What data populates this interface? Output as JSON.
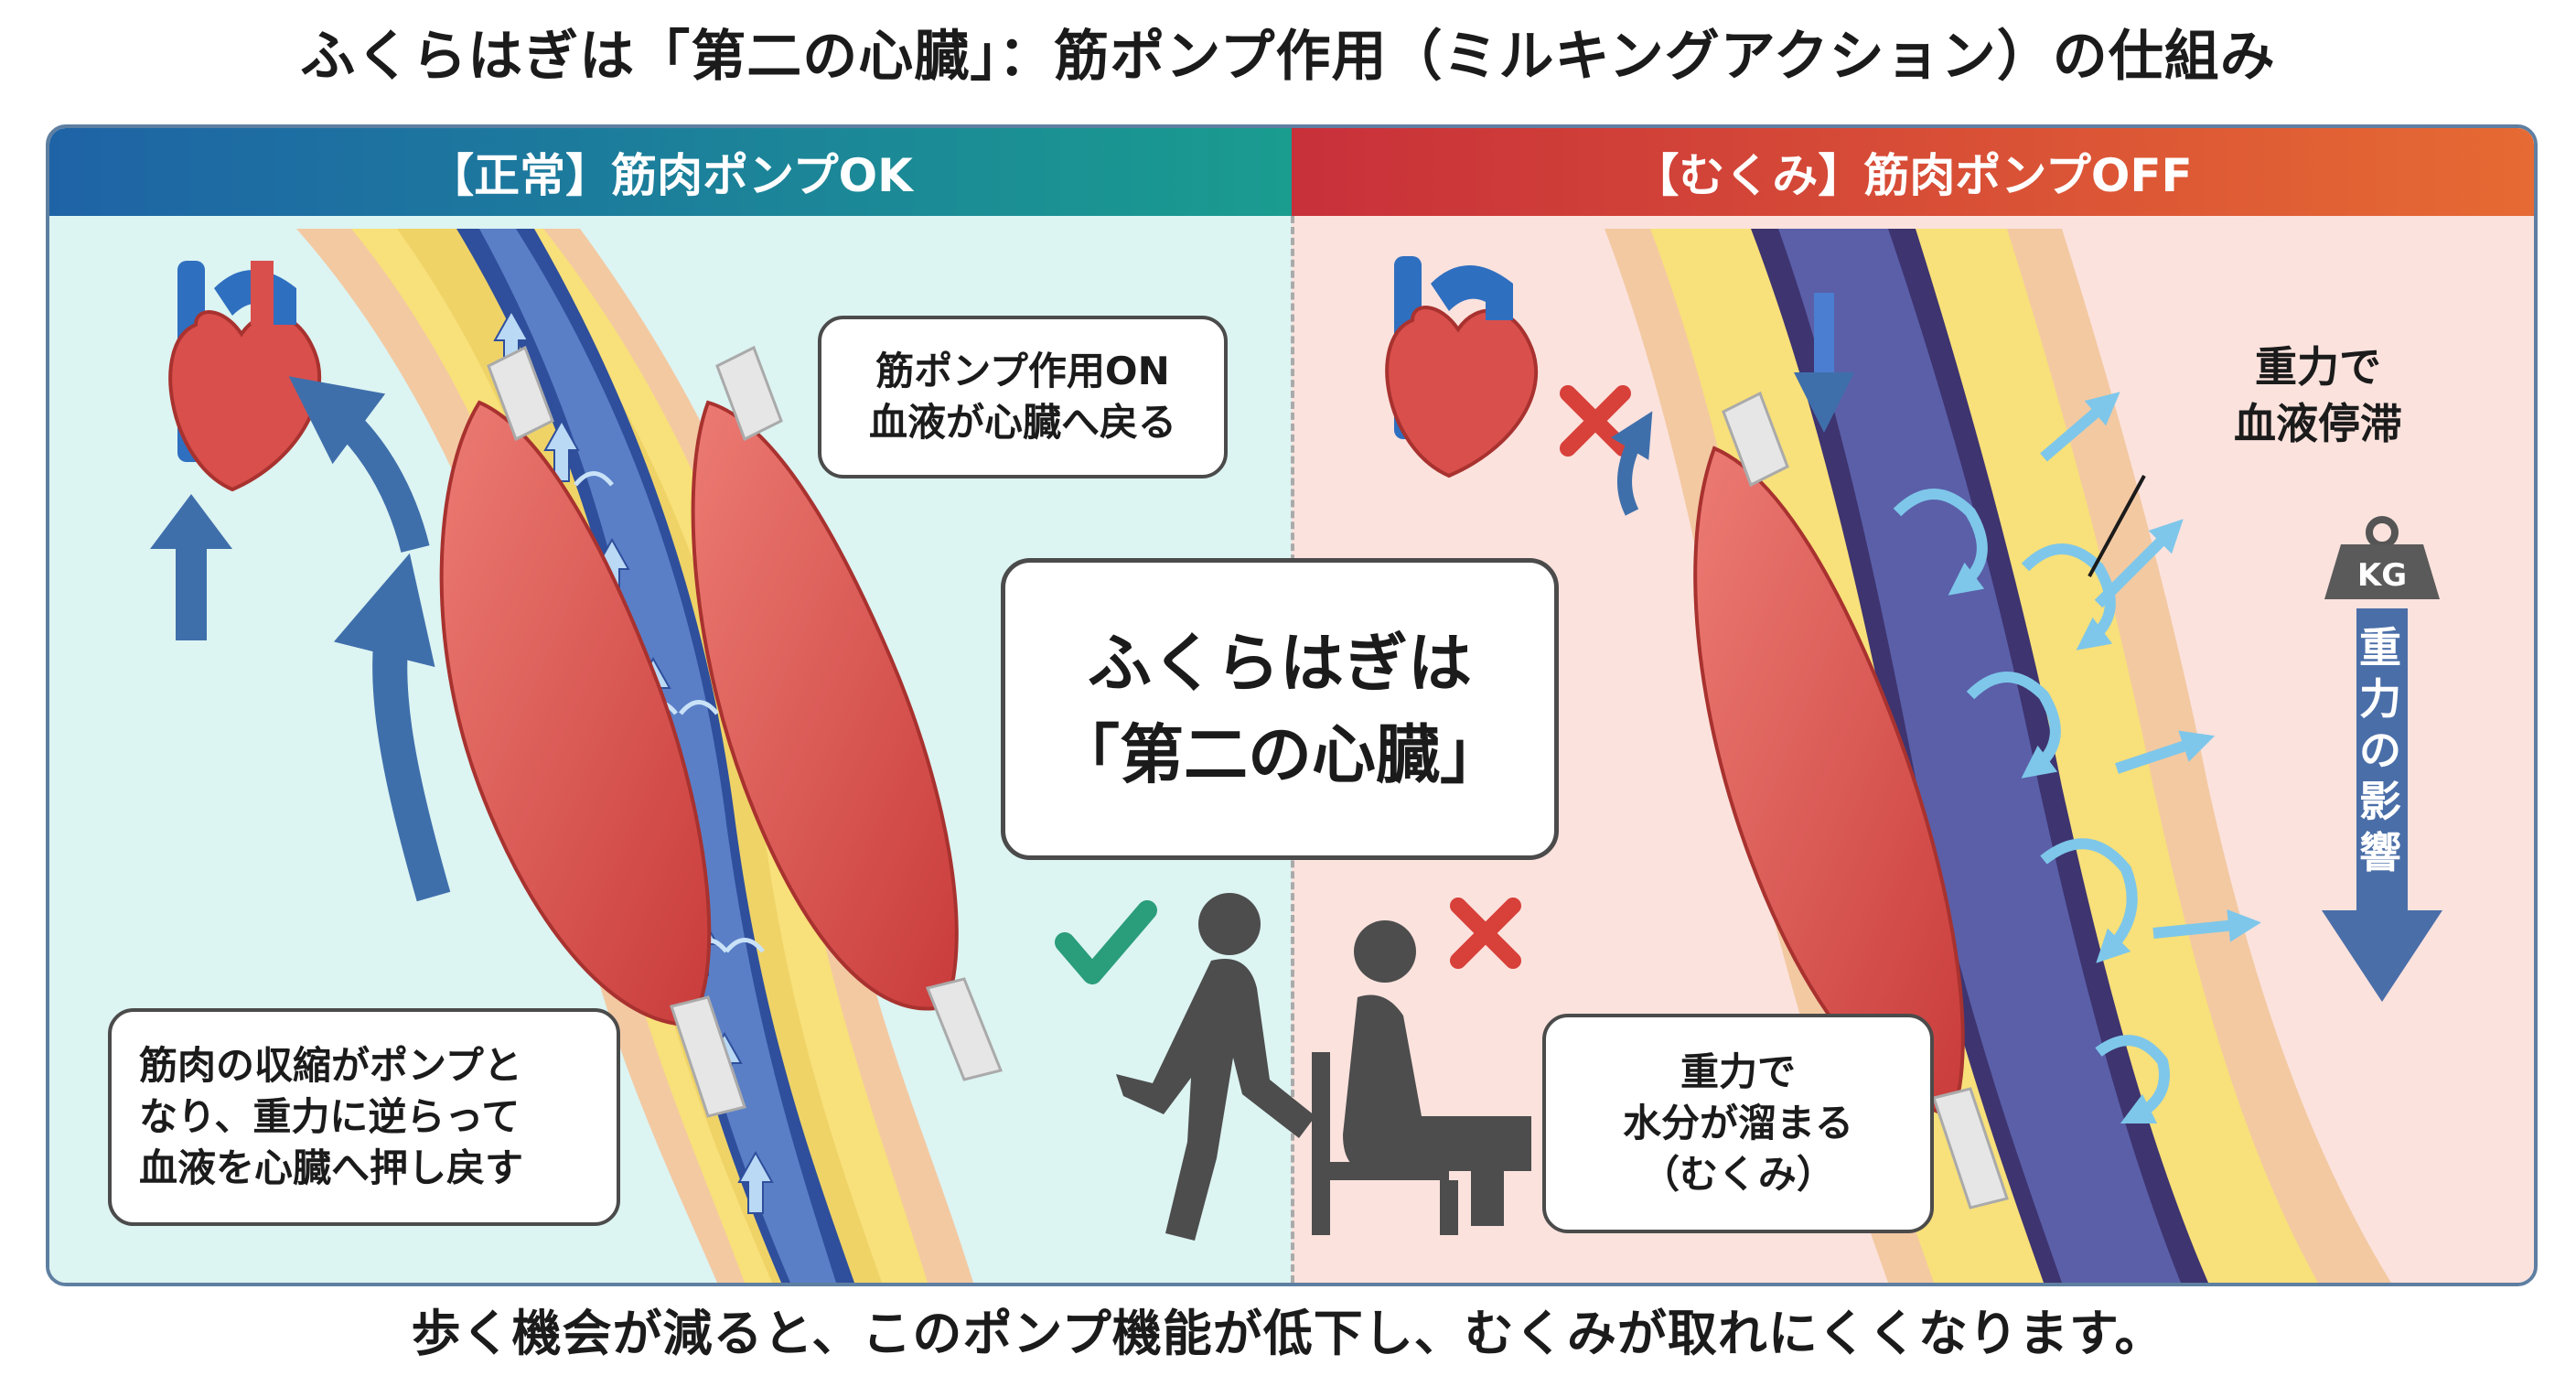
{
  "title": "ふくらはぎは「第二の心臓」：筋ポンプ作用（ミルキングアクション）の仕組み",
  "left_panel": {
    "header": "【正常】筋肉ポンプOK",
    "bubble_top": [
      "筋ポンプ作用ON",
      "血液が心臓へ戻る"
    ],
    "bubble_bottom": [
      "筋肉の収縮がポンプと",
      "なり、重力に逆らって",
      "血液を心臓へ押し戻す"
    ],
    "status_icon": "checkmark-icon",
    "person_icon": "walking-person-icon"
  },
  "center_label": [
    "ふくらはぎは",
    "「第二の心臓」"
  ],
  "right_panel": {
    "header": "【むくみ】筋肉ポンプOFF",
    "label_top": [
      "重力で",
      "血液停滞"
    ],
    "weight_label": "KG",
    "gravity_label": [
      "重",
      "力",
      "の",
      "影",
      "響"
    ],
    "bubble_bottom": [
      "重力で",
      "水分が溜まる",
      "（むくみ）"
    ],
    "status_icon": "cross-icon",
    "person_icon": "sitting-person-icon"
  },
  "footer": "歩く機会が減ると、このポンプ機能が低下し、むくみが取れにくくなります。",
  "colors": {
    "left_bg": "#dcf4f2",
    "right_bg": "#fbe2dd",
    "muscle": "#d94f4c",
    "vein": "#2f4f9c",
    "flow_arrow": "#3f6fab",
    "check": "#2a9d7a",
    "cross": "#d8403a"
  }
}
